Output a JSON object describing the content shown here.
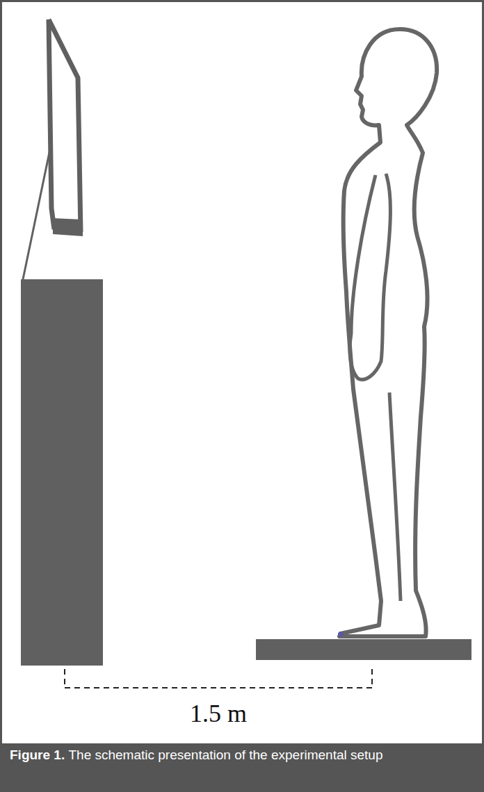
{
  "diagram": {
    "caption": "The schematic presentation of the experimental setup",
    "labels": [
      "1.5 m",
      "Figure 1."
    ]
  }
}
